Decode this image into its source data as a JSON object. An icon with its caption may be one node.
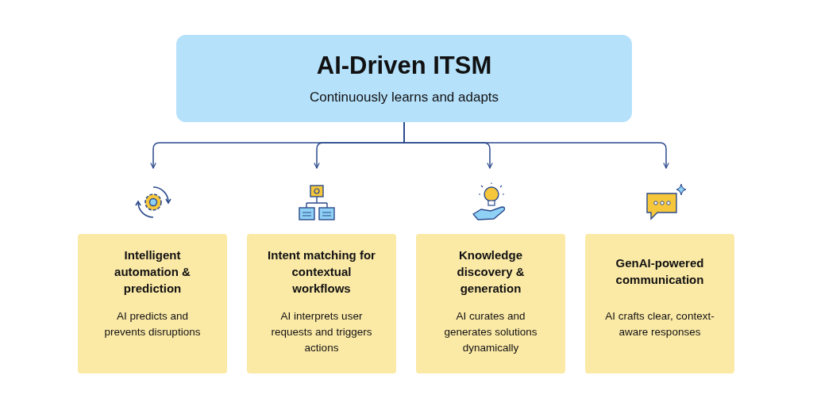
{
  "diagram": {
    "nodes": [
      {
        "text": [
          "AI-Driven ITSM",
          "Continuously learns and adapts"
        ]
      },
      {
        "text": [],
        "shape": "picture"
      },
      {
        "text": [],
        "shape": "picture"
      },
      {
        "text": [],
        "shape": "picture"
      },
      {
        "text": [],
        "shape": "picture"
      },
      {
        "text": [
          "Intelligent automation & prediction",
          "AI predicts and prevents disruptions"
        ]
      },
      {
        "text": [
          "Intent matching for contextual workflows",
          "AI interprets user requests and triggers actions"
        ]
      },
      {
        "text": [
          "Knowledge discovery & generation",
          "AI curates and generates solutions dynamically"
        ]
      },
      {
        "text": [
          "GenAI-powered communication",
          "AI crafts clear, context-aware responses"
        ]
      }
    ],
    "edges": [
      {
        "from": 0,
        "to": 1,
        "arrow": "to"
      },
      {
        "from": 0,
        "to": 2,
        "arrow": "to"
      },
      {
        "from": 0,
        "to": 3,
        "arrow": "to"
      },
      {
        "from": 0,
        "to": 4,
        "arrow": "to"
      }
    ]
  }
}
